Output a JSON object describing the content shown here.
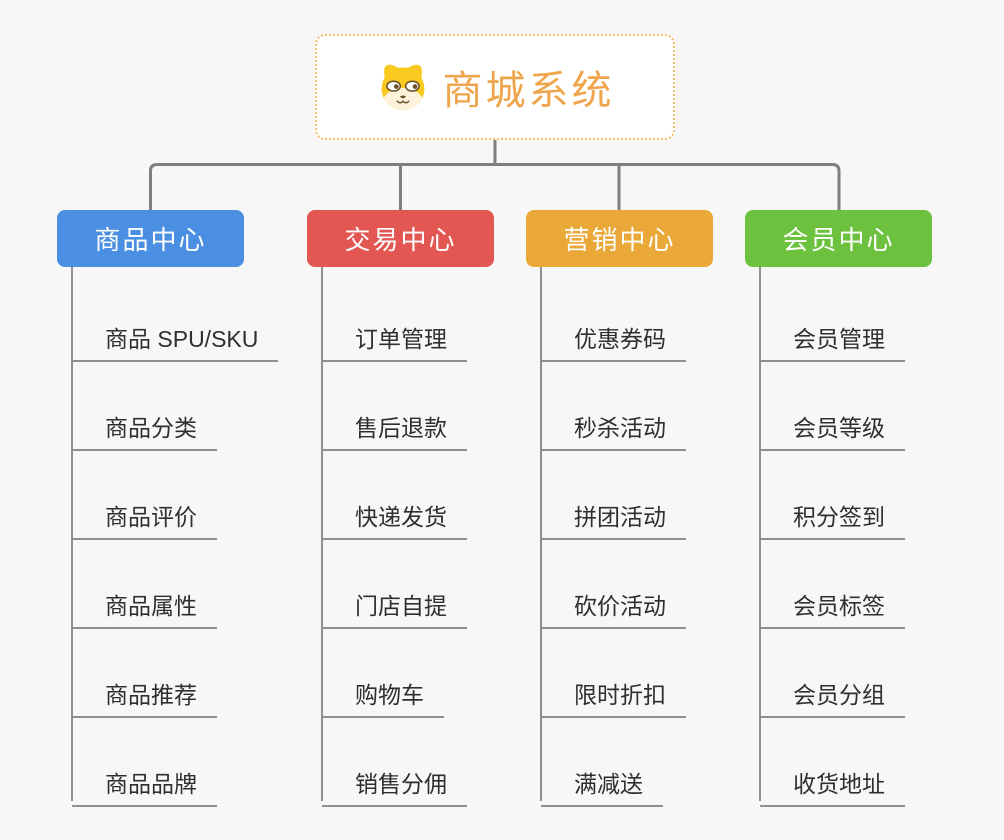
{
  "root": {
    "label": "商城系统",
    "icon": "shiba-dog-icon",
    "border_color": "#f3c06a",
    "text_color": "#efa54b"
  },
  "branches": [
    {
      "label": "商品中心",
      "color": "#4a8fe2",
      "items": [
        "商品 SPU/SKU",
        "商品分类",
        "商品评价",
        "商品属性",
        "商品推荐",
        "商品品牌"
      ]
    },
    {
      "label": "交易中心",
      "color": "#e25752",
      "items": [
        "订单管理",
        "售后退款",
        "快递发货",
        "门店自提",
        "购物车",
        "销售分佣"
      ]
    },
    {
      "label": "营销中心",
      "color": "#eaa838",
      "items": [
        "优惠券码",
        "秒杀活动",
        "拼团活动",
        "砍价活动",
        "限时折扣",
        "满减送"
      ]
    },
    {
      "label": "会员中心",
      "color": "#6cc13e",
      "items": [
        "会员管理",
        "会员等级",
        "积分签到",
        "会员标签",
        "会员分组",
        "收货地址"
      ]
    }
  ],
  "connector_color": "#7f7f7f",
  "line_color": "#8f8f8f"
}
